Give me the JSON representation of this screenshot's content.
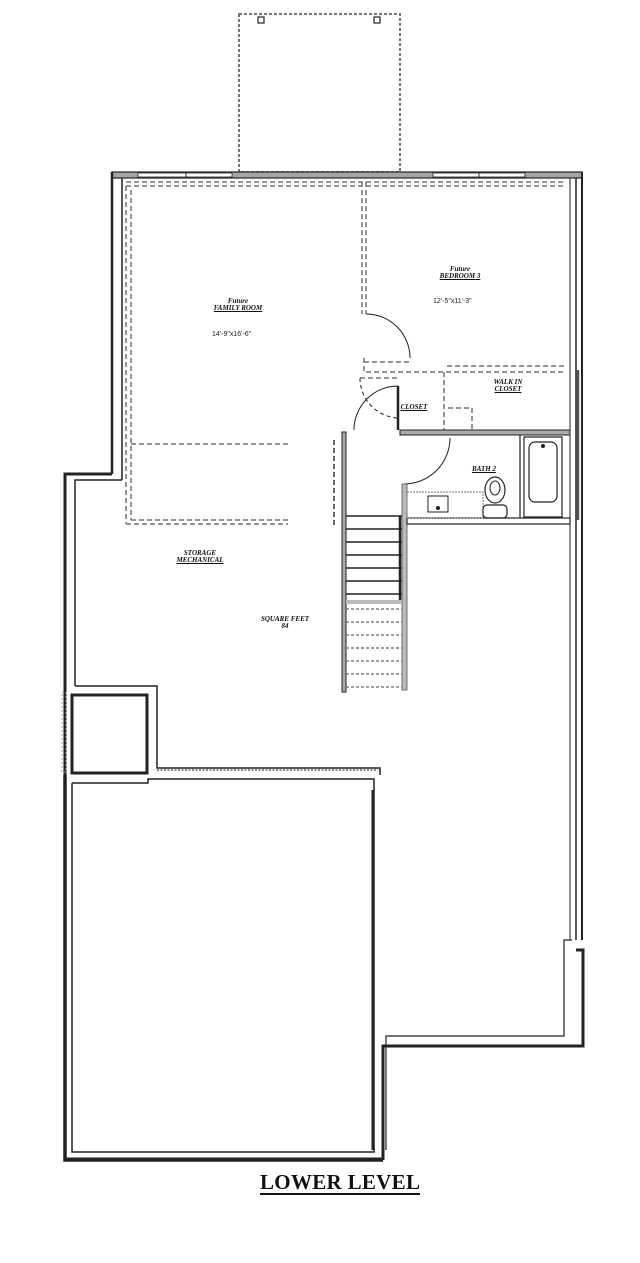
{
  "plan": {
    "title": "LOWER LEVEL",
    "rooms": [
      {
        "id": "family-room",
        "prefix": "Future",
        "name": "FAMILY ROOM",
        "dimensions": "14'-9\"x16'-6\""
      },
      {
        "id": "bedroom-3",
        "prefix": "Future",
        "name": "BEDROOM 3",
        "dimensions": "12'-5\"x11'-3\""
      },
      {
        "id": "walk-in-closet",
        "name_line1": "WALK IN",
        "name_line2": "CLOSET"
      },
      {
        "id": "closet",
        "name": "CLOSET"
      },
      {
        "id": "bath-2",
        "name": "BATH 2"
      },
      {
        "id": "storage",
        "name_line1": "STORAGE",
        "name_line2": "MECHANICAL"
      },
      {
        "id": "square-feet",
        "name_line1": "SQUARE FEET",
        "name_line2": "84"
      }
    ],
    "colors": {
      "wall": "#222222",
      "wall_fill": "#9a9a9a",
      "dashed": "#777777",
      "background": "#ffffff"
    }
  }
}
